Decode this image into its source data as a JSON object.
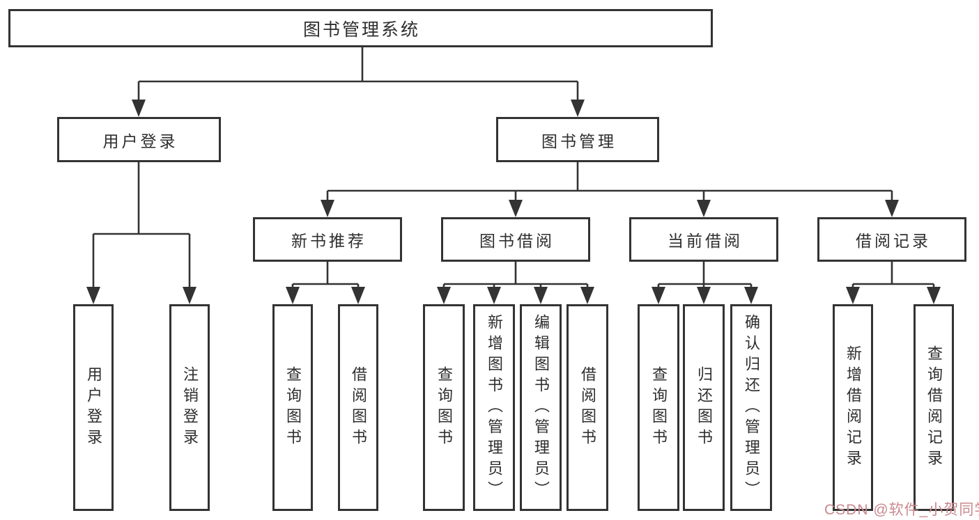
{
  "tree": {
    "root": {
      "label": "图书管理系统",
      "children": [
        {
          "label": "用户登录",
          "children": [
            {
              "label": "用户登录"
            },
            {
              "label": "注销登录"
            }
          ]
        },
        {
          "label": "图书管理",
          "children": [
            {
              "label": "新书推荐",
              "children": [
                {
                  "label": "查询图书"
                },
                {
                  "label": "借阅图书"
                }
              ]
            },
            {
              "label": "图书借阅",
              "children": [
                {
                  "label": "查询图书"
                },
                {
                  "label": "新增图书（管理员）"
                },
                {
                  "label": "编辑图书（管理员）"
                },
                {
                  "label": "借阅图书"
                }
              ]
            },
            {
              "label": "当前借阅",
              "children": [
                {
                  "label": "查询图书"
                },
                {
                  "label": "归还图书"
                },
                {
                  "label": "确认归还（管理员）"
                }
              ]
            },
            {
              "label": "借阅记录",
              "children": [
                {
                  "label": "新增借阅记录"
                },
                {
                  "label": "查询借阅记录"
                }
              ]
            }
          ]
        }
      ]
    }
  },
  "watermark": {
    "text": "CSDN @软件_小贺同学"
  },
  "colors": {
    "line": "#333333",
    "text": "#2e2e2e",
    "watermark": "#c9898e",
    "background": "#ffffff"
  }
}
